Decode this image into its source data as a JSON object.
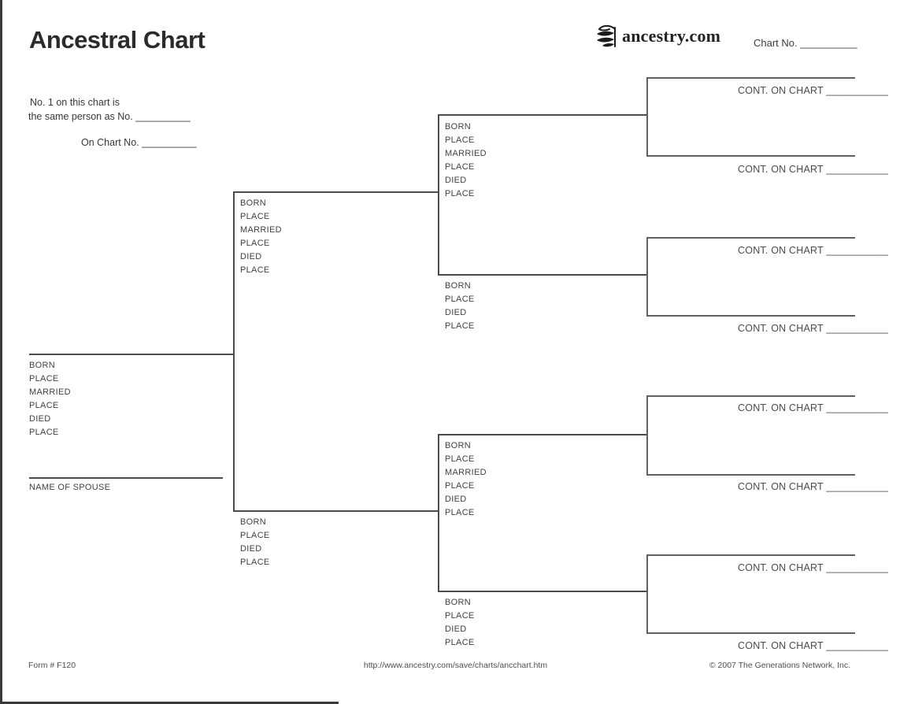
{
  "page": {
    "title": "Ancestral Chart",
    "brand": {
      "logo_text": "ancestry.com",
      "leaf_icon": "ancestry-leaf-icon"
    },
    "chart_no_label": "Chart No. __________",
    "info": {
      "line1": "No. 1 on this chart is",
      "line2": "the same person as No. __________",
      "line3": "On Chart No. __________"
    }
  },
  "tree": {
    "person1": {
      "fields": "BORN\nPLACE\nMARRIED\nPLACE\nDIED\nPLACE",
      "spouse_label": "NAME OF SPOUSE"
    },
    "father": {
      "fields": "BORN\nPLACE\nMARRIED\nPLACE\nDIED\nPLACE"
    },
    "mother": {
      "fields": "BORN\nPLACE\nDIED\nPLACE"
    },
    "paternal_grandfather": {
      "fields": "BORN\nPLACE\nMARRIED\nPLACE\nDIED\nPLACE"
    },
    "paternal_grandmother": {
      "fields": "BORN\nPLACE\nDIED\nPLACE"
    },
    "maternal_grandfather": {
      "fields": "BORN\nPLACE\nMARRIED\nPLACE\nDIED\nPLACE"
    },
    "maternal_grandmother": {
      "fields": "BORN\nPLACE\nDIED\nPLACE"
    },
    "cont_label": "CONT. ON CHART ___________"
  },
  "footer": {
    "form_number": "Form # F120",
    "url": "http://www.ancestry.com/save/charts/ancchart.htm",
    "copyright": "© 2007 The Generations Network, Inc."
  },
  "colors": {
    "line": "#4c4c4c",
    "text": "#3d3d3d",
    "title": "#2b2b2b",
    "background": "#ffffff"
  }
}
